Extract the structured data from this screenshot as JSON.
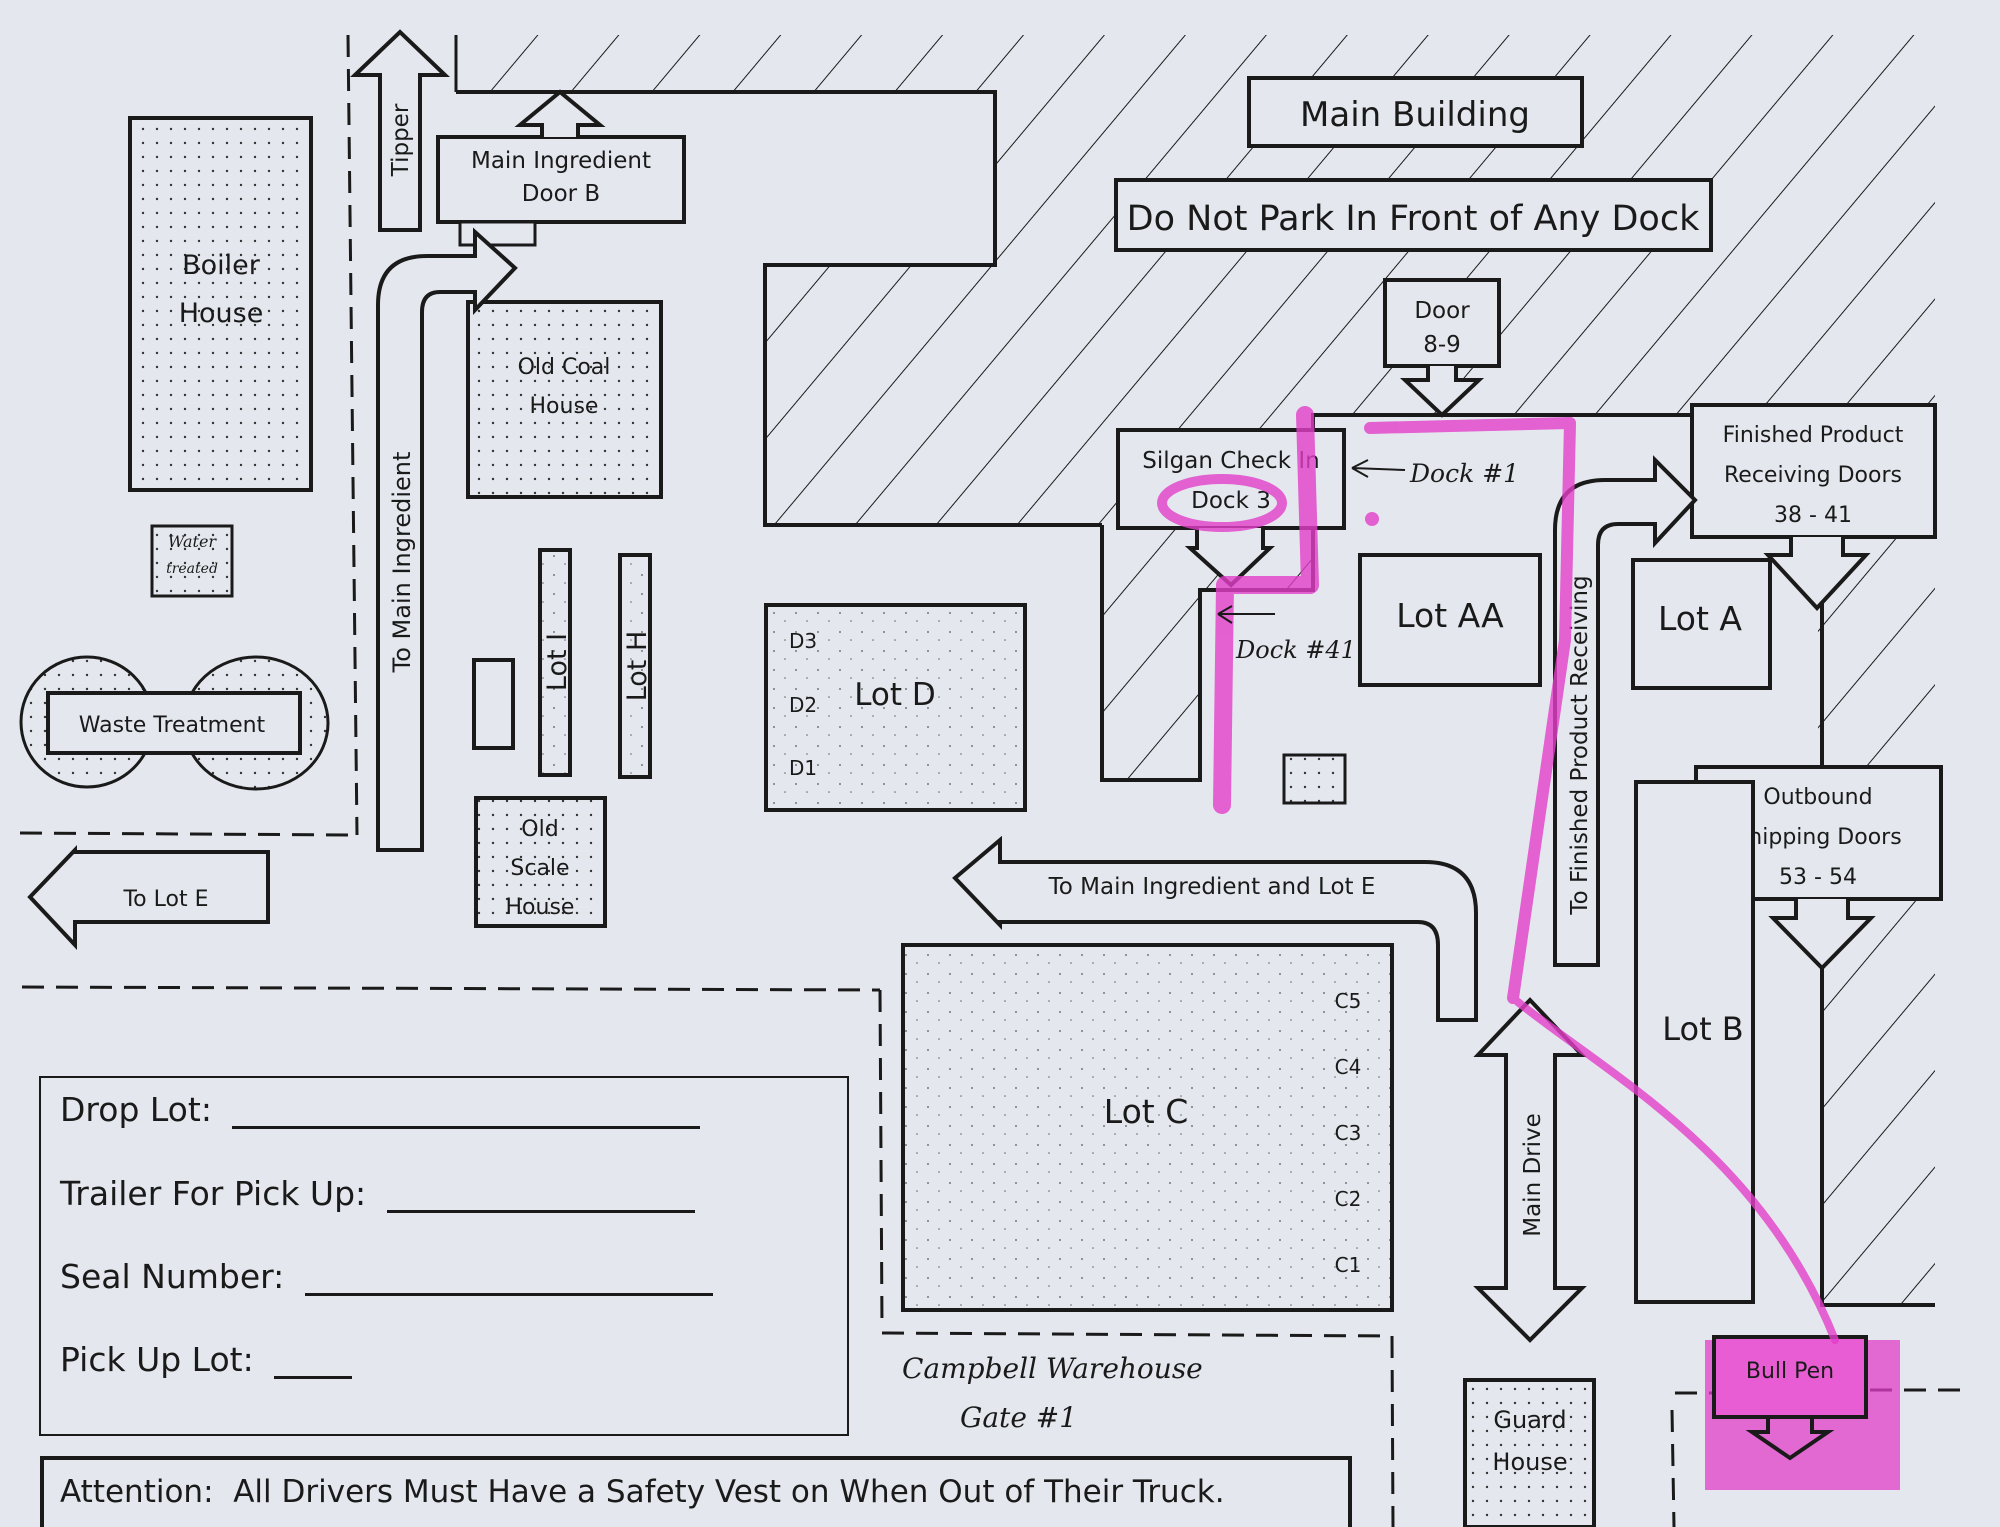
{
  "colors": {
    "paper": "#e4e8ee",
    "ink": "#1a1a1a",
    "highlight": "#e23fc8"
  },
  "buildings": {
    "main_building": "Main Building",
    "no_park_notice": "Do Not Park In Front of Any Dock",
    "boiler_house": [
      "Boiler",
      "House"
    ],
    "water_treatment": [
      "Water",
      "treated"
    ],
    "waste_treatment": "Waste Treatment",
    "old_coal_house": [
      "Old Coal",
      "House"
    ],
    "old_scale_house": [
      "Old",
      "Scale",
      "House"
    ],
    "guard_house": [
      "Guard",
      "House"
    ],
    "main_ingredient_door": [
      "Main Ingredient",
      "Door B"
    ],
    "door_8_9": [
      "Door",
      "8-9"
    ],
    "silgan_check_in": [
      "Silgan Check In",
      "Dock 3"
    ],
    "finished_product_doors": [
      "Finished Product",
      "Receiving Doors",
      "38 - 41"
    ],
    "outbound_shipping_doors": [
      "Outbound",
      "Shipping Doors",
      "53 - 54"
    ],
    "bull_pen": "Bull Pen"
  },
  "lots": {
    "lot_aa": "Lot AA",
    "lot_a": "Lot A",
    "lot_b": "Lot B",
    "lot_c": "Lot C",
    "lot_d": "Lot D",
    "lot_h": "Lot H",
    "lot_i": "Lot I",
    "lot_c_spots": [
      "C5",
      "C4",
      "C3",
      "C2",
      "C1"
    ],
    "lot_d_spots": [
      "D3",
      "D2",
      "D1"
    ]
  },
  "arrows": {
    "tipper": "Tipper",
    "to_main_ingredient": "To Main Ingredient",
    "to_lot_e": "To Lot E",
    "to_main_ingredient_and_lot_e": "To Main Ingredient and Lot E",
    "to_finished_product_receiving": "To Finished Product Receiving",
    "main_drive": "Main Drive"
  },
  "handwritten": {
    "dock_1": "Dock #1",
    "dock_41": "Dock #41",
    "campbell_warehouse": "Campbell Warehouse",
    "gate_1": "Gate #1"
  },
  "form": {
    "fields": [
      {
        "label": "Drop Lot:",
        "value": ""
      },
      {
        "label": "Trailer For Pick Up:",
        "value": ""
      },
      {
        "label": "Seal Number:",
        "value": ""
      },
      {
        "label": "Pick Up Lot:",
        "value": ""
      }
    ]
  },
  "attention": "Attention:  All Drivers Must Have a Safety Vest on When Out of Their Truck."
}
